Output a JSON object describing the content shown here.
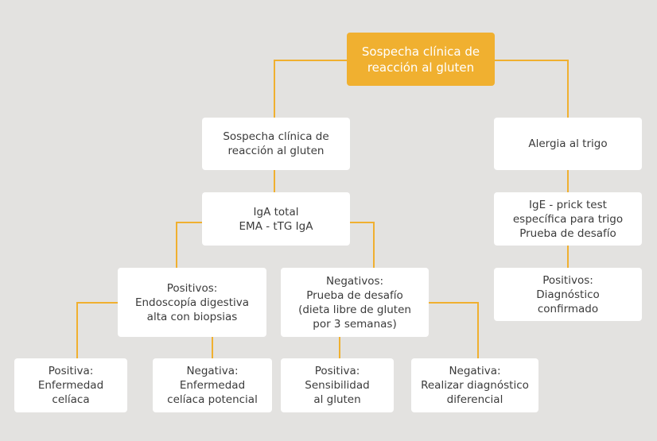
{
  "diagram": {
    "colors": {
      "background": "#e3e2e0",
      "node": "#ffffff",
      "root": "#f0b030",
      "connector": "#f0b030",
      "text": "#3b3b3b"
    },
    "root": "Sospecha clínica de\nreacción al gluten",
    "left_branch": {
      "suspicion": "Sospecha clínica de\nreacción al gluten",
      "tests": "IgA total\nEMA - tTG IgA",
      "positive": "Positivos:\nEndoscopía digestiva\nalta con biopsias",
      "negative": "Negativos:\nPrueba de desafío\n(dieta libre de gluten\npor 3 semanas)",
      "positive_positive": "Positiva:\nEnfermedad\ncelíaca",
      "positive_negative": "Negativa:\nEnfermedad\ncelíaca potencial",
      "negative_positive": "Positiva:\nSensibilidad\nal gluten",
      "negative_negative": "Negativa:\nRealizar diagnóstico\ndiferencial"
    },
    "right_branch": {
      "allergy": "Alergia al trigo",
      "tests": "IgE - prick test\nespecífica para trigo\nPrueba de desafío",
      "positive": "Positivos:\nDiagnóstico\nconfirmado"
    }
  }
}
